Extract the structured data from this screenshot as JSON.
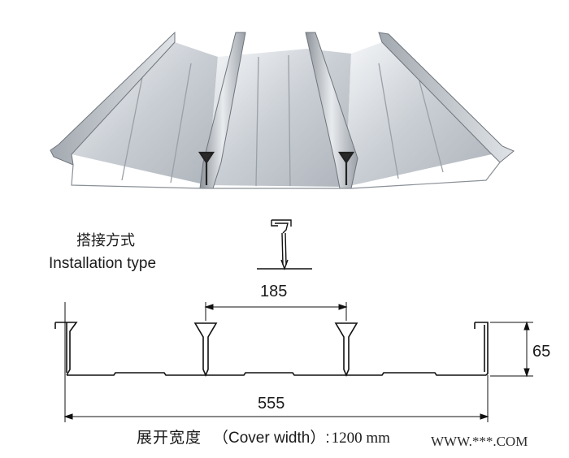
{
  "installation": {
    "label_cn": "搭接方式",
    "label_en": "Installation type"
  },
  "dimensions": {
    "rib_spacing": "185",
    "height": "65",
    "total_width": "555"
  },
  "cover_width": {
    "label_cn": "展开宽度",
    "label_en": "（Cover width）:",
    "value": "1200 mm"
  },
  "watermark": "WWW.***.COM",
  "colors": {
    "sheet_light": "#e9ecef",
    "sheet_mid": "#b9bec4",
    "sheet_dark": "#7e848b",
    "line": "#111111"
  }
}
